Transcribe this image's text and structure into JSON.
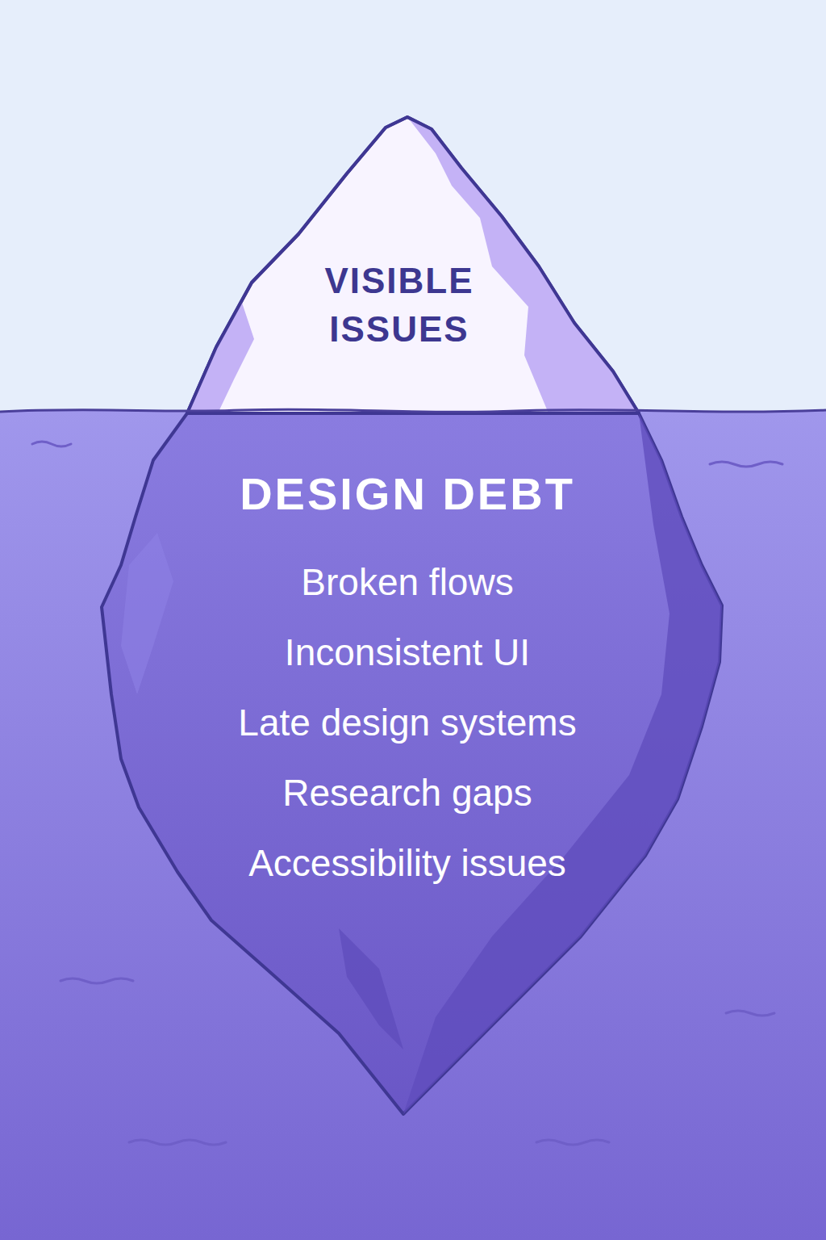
{
  "diagram": {
    "nodes": [
      {
        "text": [
          "VISIBLE ISSUES"
        ]
      },
      {
        "text": [
          "DESIGN DEBT",
          "Broken flows",
          "Inconsistent UI",
          "Late design systems",
          "Research gaps",
          "Accessibility issues"
        ]
      }
    ]
  }
}
